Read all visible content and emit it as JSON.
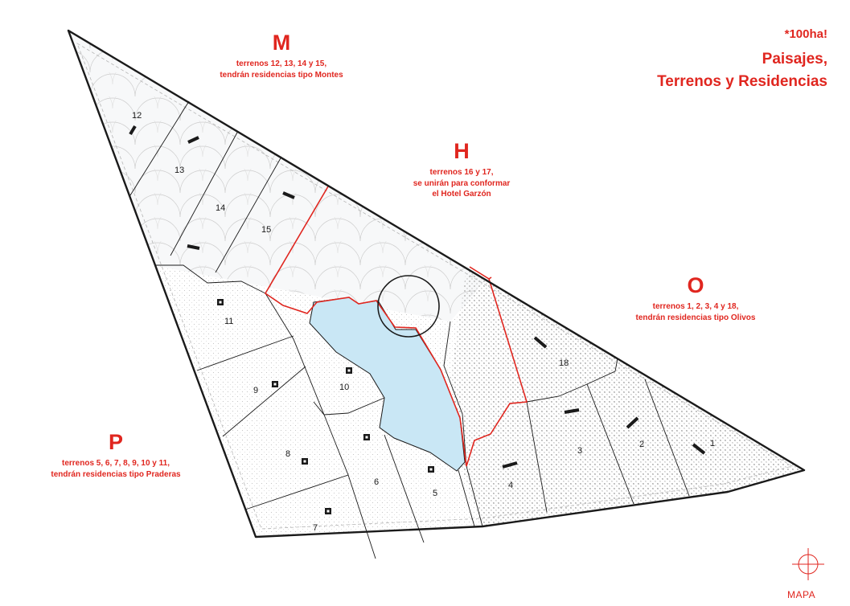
{
  "title": {
    "area": "*100ha!",
    "line1": "Paisajes,",
    "line2": "Terrenos y Residencias"
  },
  "zones": [
    {
      "id": "M",
      "letter": "M",
      "line1": "terrenos 12, 13, 14 y 15,",
      "line2": "tendrán residencias tipo Montes"
    },
    {
      "id": "H",
      "letter": "H",
      "line1": "terrenos 16 y 17,",
      "line2": "se unirán para conformar",
      "line3": "el Hotel Garzón"
    },
    {
      "id": "O",
      "letter": "O",
      "line1": "terrenos 1, 2, 3, 4 y 18,",
      "line2": "tendrán residencias tipo Olivos"
    },
    {
      "id": "P",
      "letter": "P",
      "line1": "terrenos 5, 6, 7, 8, 9, 10 y 11,",
      "line2": "tendrán residencias tipo Praderas"
    }
  ],
  "lots": [
    "1",
    "2",
    "3",
    "4",
    "5",
    "6",
    "7",
    "8",
    "9",
    "10",
    "11",
    "12",
    "13",
    "14",
    "15",
    "18"
  ],
  "brand": "MAPA",
  "colors": {
    "accent": "#e0261f",
    "lake": "#c9e7f5",
    "line": "#1a1a1a"
  }
}
